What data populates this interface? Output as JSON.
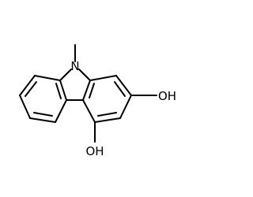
{
  "molecule": {
    "atoms": {
      "n": "N",
      "oh_top": "OH",
      "oh_bottom": "OH"
    }
  },
  "colors": {
    "background": "#ffffff",
    "bond": "#000000",
    "text": "#000000"
  }
}
